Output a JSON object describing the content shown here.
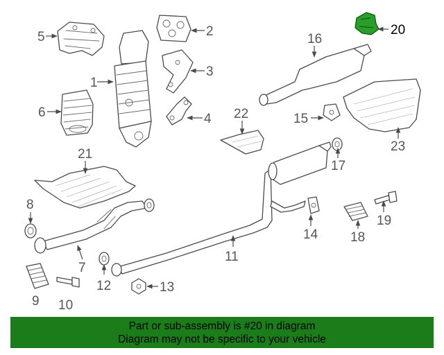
{
  "callouts": {
    "c1": "1",
    "c2": "2",
    "c3": "3",
    "c4": "4",
    "c5": "5",
    "c6": "6",
    "c7": "7",
    "c8": "8",
    "c9": "9",
    "c10": "10",
    "c11": "11",
    "c12": "12",
    "c13": "13",
    "c14": "14",
    "c15": "15",
    "c16": "16",
    "c17": "17",
    "c18": "18",
    "c19": "19",
    "c20": "20",
    "c21": "21",
    "c22": "22",
    "c23": "23"
  },
  "highlight": {
    "part_number": "20",
    "color": "#2a9d2a"
  },
  "banner": {
    "line1": "Part or sub-assembly is #20 in diagram",
    "line2": "Diagram may not be specific to your vehicle",
    "background": "#1a7d1a"
  }
}
